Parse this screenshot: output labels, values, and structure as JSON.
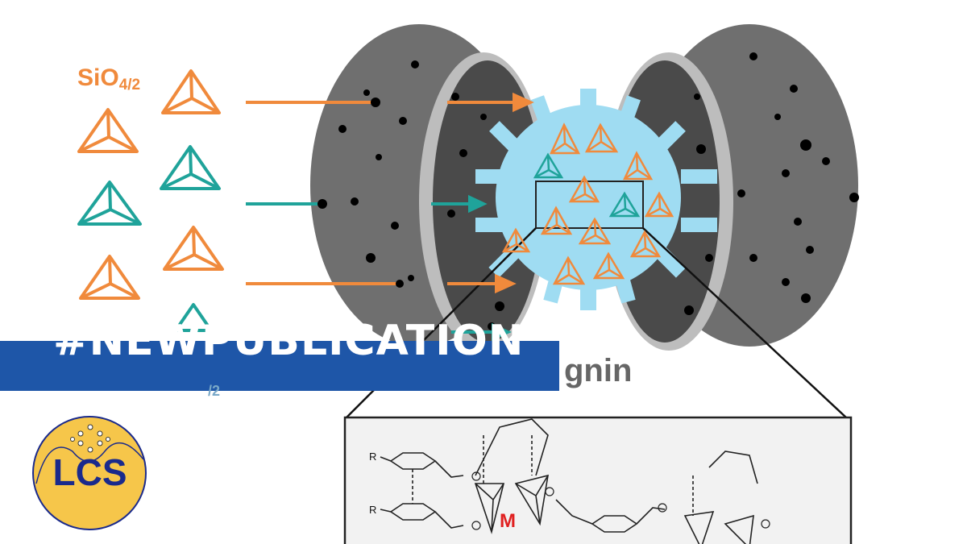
{
  "graphic": {
    "sio_label_main": "SiO",
    "sio_label_sub": "4/2",
    "lignin_label": "gnin",
    "partial_label": "/2",
    "metal_label": "M",
    "r_label": "R",
    "colors": {
      "orange": "#f08a3c",
      "teal": "#1fa39a",
      "light_blue": "#9fdcf2",
      "sphere_outer": "#6f6f6f",
      "sphere_inner": "#4a4a4a",
      "sphere_rim": "#bdbdbd",
      "banner": "#1e56a8"
    }
  },
  "banner": {
    "text": "#NEWPUBLICATION"
  },
  "logo": {
    "text": "LCS",
    "icon": "molecule-icon",
    "colors": {
      "fill": "#f6c64a",
      "text": "#1a2a8c"
    }
  }
}
